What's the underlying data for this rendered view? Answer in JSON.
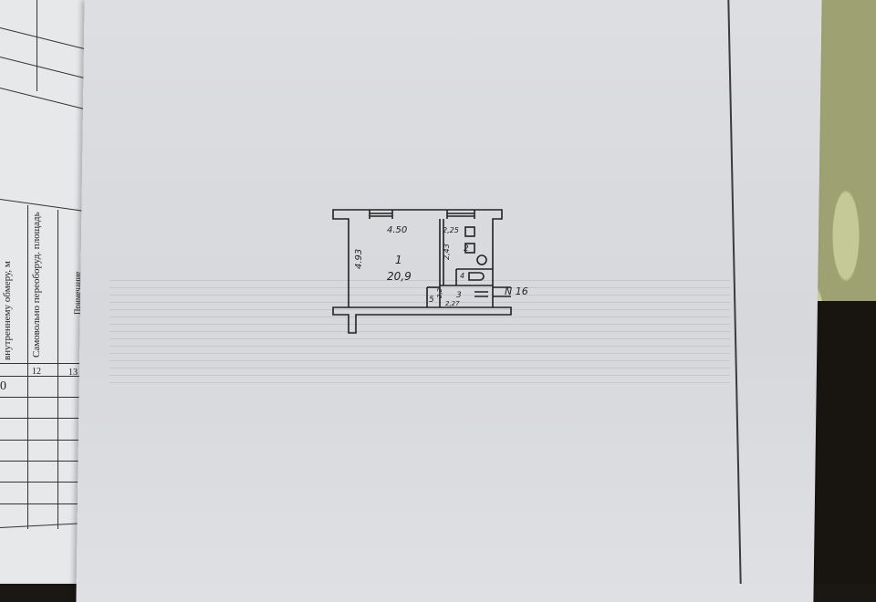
{
  "left_table": {
    "headers": [
      "внутреннему обмеру, м",
      "Самовольно переоборуд. площадь",
      "Примечание"
    ],
    "column_numbers": [
      "0",
      "12",
      "13"
    ]
  },
  "floor_plan": {
    "apartment_number": "N 16",
    "rooms": [
      {
        "number": "1",
        "area": "20,9",
        "width": "4.50",
        "length": "4.93"
      },
      {
        "number": "2",
        "width": "2,25",
        "length": "2,43"
      },
      {
        "number": "3",
        "width": "2,27",
        "length": "2,2"
      },
      {
        "number": "4"
      },
      {
        "number": "5"
      }
    ]
  },
  "colors": {
    "paper": "#dcdde1",
    "ink": "#222222",
    "wallpaper": "#9ea273"
  }
}
